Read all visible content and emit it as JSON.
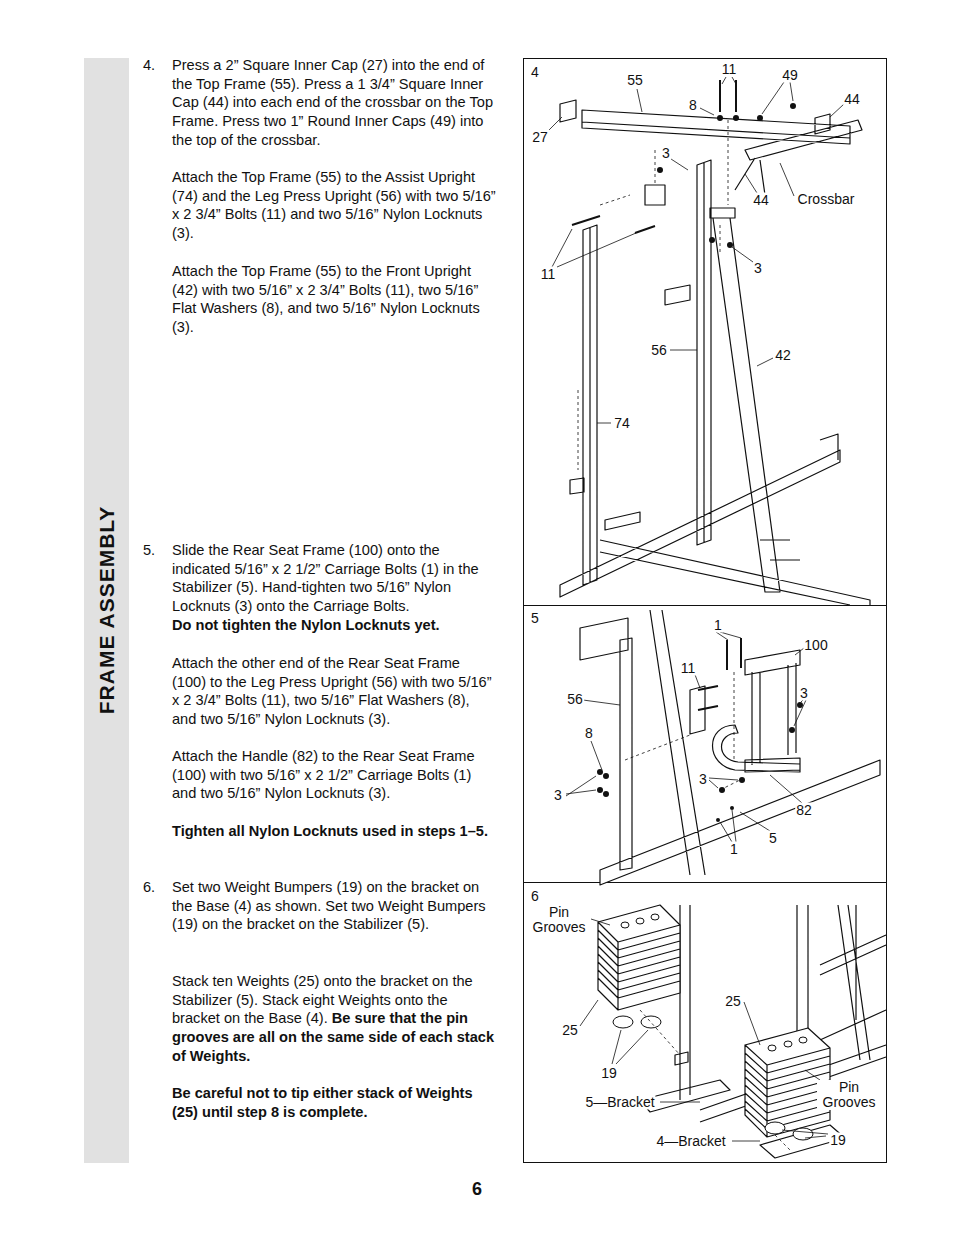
{
  "diagram": {
    "title": "FRAME ASSEMBLY",
    "labels": [
      "4.",
      "Press a 2” Square Inner Cap (27) into the end of the Top Frame (55). Press a 1 3/4” Square Inner Cap (44) into each end of the crossbar on the Top Frame. Press two 1” Round Inner Caps (49) into the top of the crossbar.",
      "Attach the Top Frame (55) to the Assist Upright (74) and the Leg Press Upright (56) with two 5/16” x 2 3/4” Bolts (11) and two 5/16” Nylon Locknuts (3).",
      "Attach the Top Frame (55) to the Front Upright (42) with two 5/16” x 2 3/4” Bolts (11), two 5/16” Flat Washers (8), and two 5/16” Nylon Locknuts (3).",
      "5.",
      "Slide the Rear Seat Frame (100) onto the indicated 5/16” x 2 1/2” Carriage Bolts (1) in the Stabilizer (5). Hand-tighten two 5/16” Nylon Locknuts (3) onto the Carriage Bolts.",
      "Do not tighten the Nylon Locknuts yet.",
      "Attach the other end of the Rear Seat Frame (100) to the Leg Press Upright (56) with two 5/16” x 2 3/4” Bolts (11), two 5/16” Flat Washers (8), and two 5/16” Nylon Locknuts (3).",
      "Attach the Handle (82) to the Rear Seat Frame (100) with two 5/16” x 2 1/2” Carriage Bolts (1) and two 5/16” Nylon Locknuts (3).",
      "Tighten all Nylon Locknuts used in steps 1–5.",
      "6.",
      "Set two Weight Bumpers (19) on the bracket on the Base (4) as shown. Set two Weight Bumpers (19) on the bracket on the Stabilizer (5).",
      "Stack ten Weights (25) onto the bracket on the Stabilizer (5). Stack eight Weights onto the bracket on the Base (4).",
      "Be sure that the pin grooves are all on the same side of each stack of Weights.",
      "Be careful not to tip either stack of Weights (25) until step 8 is complete.",
      "6",
      "4",
      "55",
      "11",
      "49",
      "8",
      "44",
      "27",
      "3",
      "44",
      "Crossbar",
      "11",
      "3",
      "56",
      "42",
      "74",
      "5",
      "1",
      "100",
      "11",
      "56",
      "3",
      "8",
      "3",
      "3",
      "82",
      "5",
      "1",
      "6",
      "Pin Grooves",
      "25",
      "25",
      "19",
      "Pin Grooves",
      "5—Bracket",
      "4—Bracket",
      "19"
    ]
  }
}
